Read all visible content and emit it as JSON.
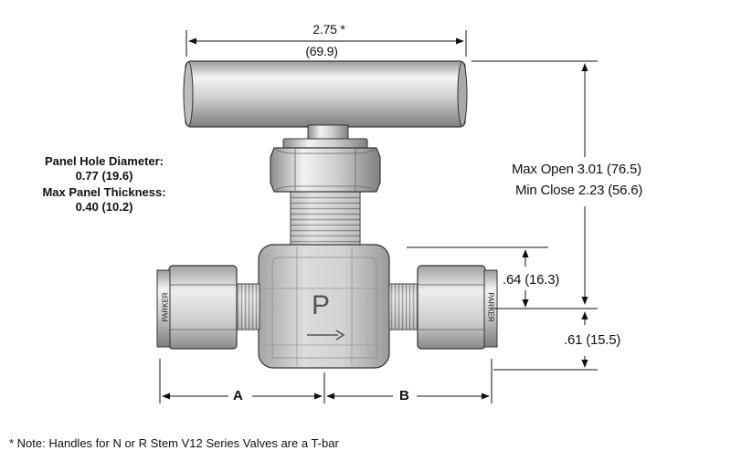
{
  "dimensions": {
    "handle_width": "2.75 *",
    "handle_width_mm": "(69.9)",
    "max_open": "Max Open 3.01 (76.5)",
    "min_close": "Min Close 2.23 (56.6)",
    "port_height": ".64 (16.3)",
    "base_height": ".61 (15.5)",
    "label_a": "A",
    "label_b": "B"
  },
  "panel": {
    "hole_label": "Panel Hole Diameter:",
    "hole_value": "0.77 (19.6)",
    "thickness_label": "Max Panel Thickness:",
    "thickness_value": "0.40 (10.2)"
  },
  "body_marks": {
    "body_letter": "P",
    "nut_brand_left": "PARKER",
    "nut_brand_right": "PARKER"
  },
  "footnote": "* Note: Handles for N or R Stem V12 Series Valves are a T-bar",
  "colors": {
    "metal_light": "#f2f2f2",
    "metal_mid": "#c8c8c8",
    "metal_dark": "#8a8a8a",
    "line": "#111111"
  }
}
